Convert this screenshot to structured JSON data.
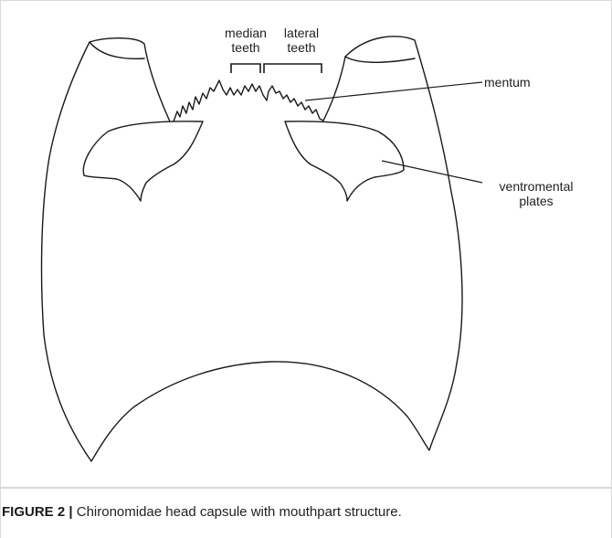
{
  "labels": {
    "median_teeth": "median\nteeth",
    "lateral_teeth": "lateral\nteeth",
    "mentum": "mentum",
    "ventromental_plates": "ventromental\nplates"
  },
  "caption": {
    "number": "FIGURE 2",
    "separator": "|",
    "text": "Chironomidae head capsule with mouthpart structure."
  },
  "colors": {
    "line": "#1a1a1a",
    "text": "#222222",
    "frame": "#d9d9d9"
  }
}
